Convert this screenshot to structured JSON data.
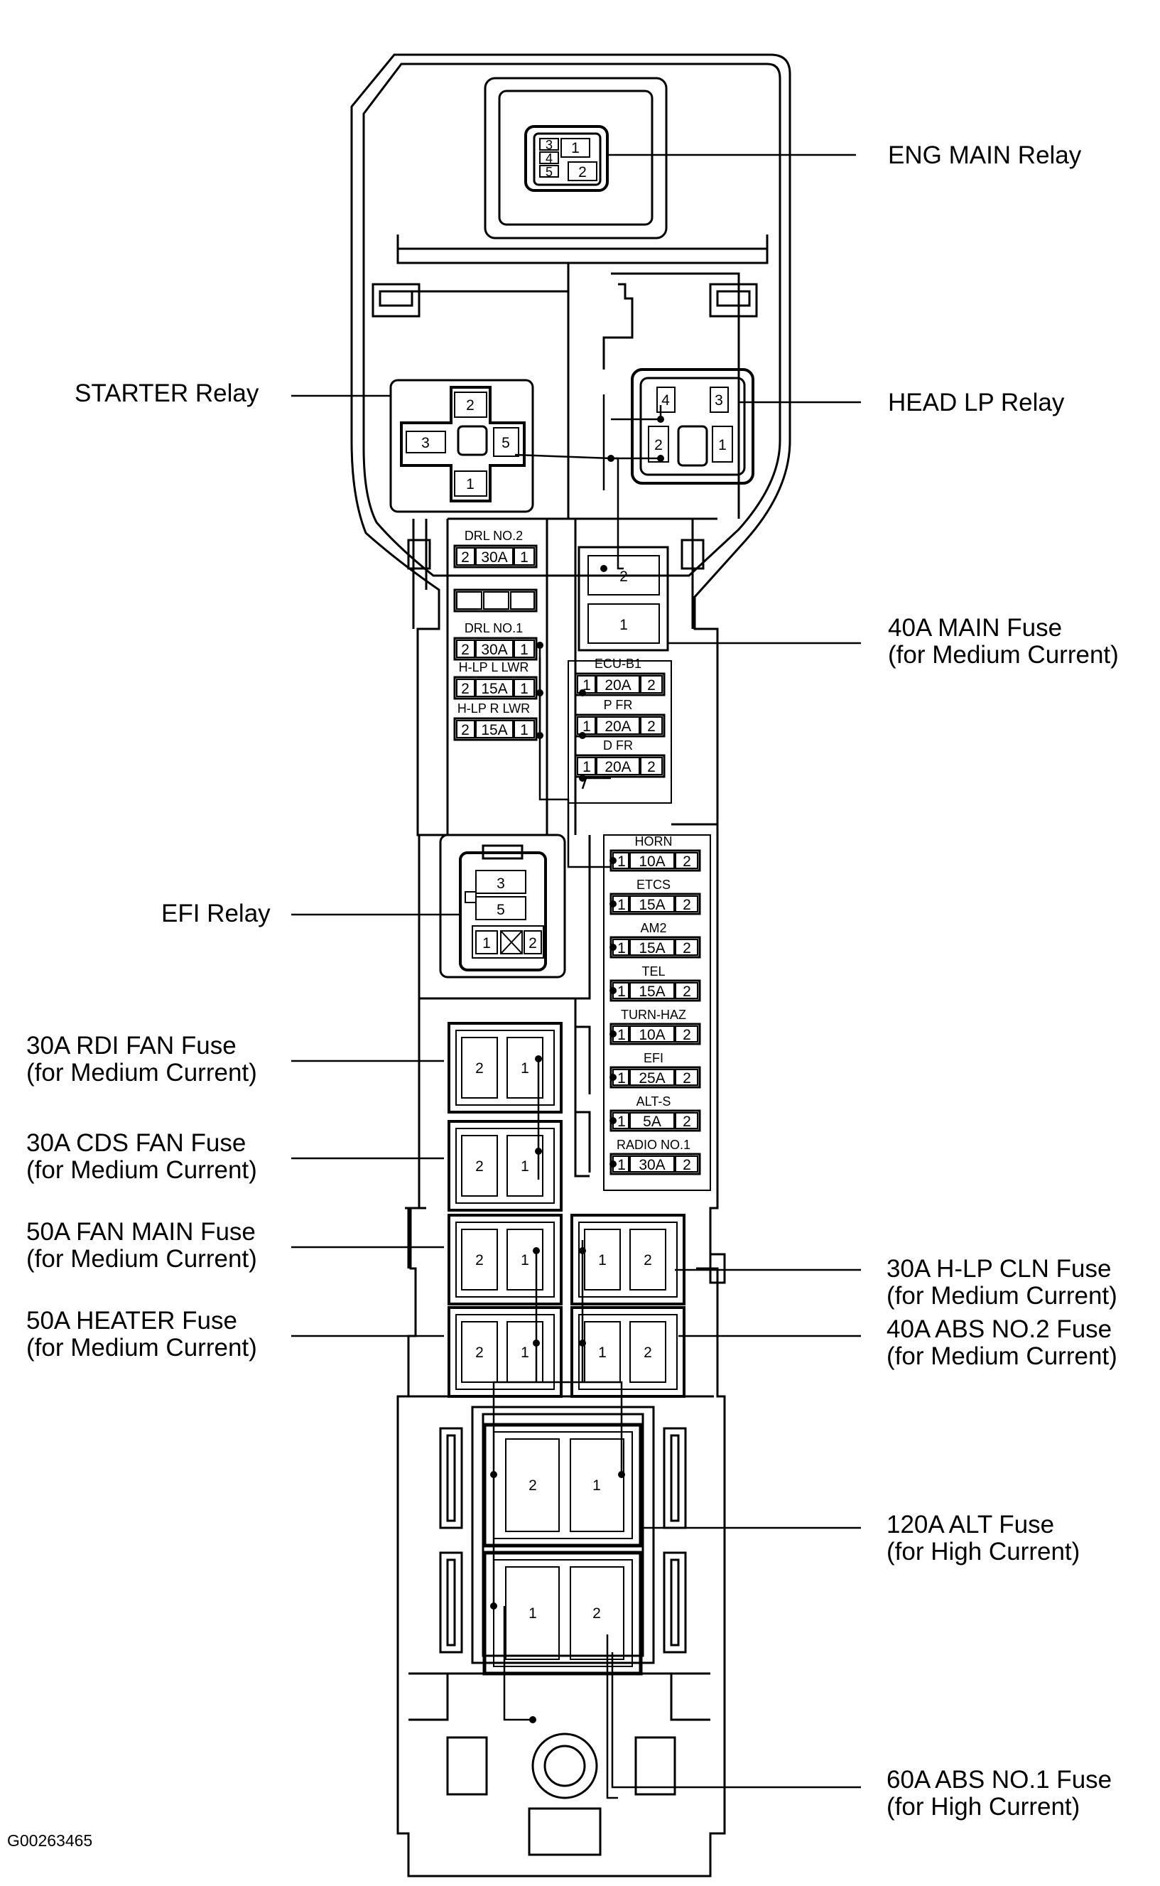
{
  "callouts": {
    "eng_main_relay": [
      "ENG MAIN Relay"
    ],
    "starter_relay": [
      "STARTER Relay"
    ],
    "head_lp_relay": [
      "HEAD LP Relay"
    ],
    "main_fuse": [
      "40A MAIN Fuse",
      "(for Medium Current)"
    ],
    "efi_relay": [
      "EFI Relay"
    ],
    "rdi_fan_fuse": [
      "30A RDI FAN Fuse",
      "(for Medium Current)"
    ],
    "cds_fan_fuse": [
      "30A CDS FAN Fuse",
      "(for Medium Current)"
    ],
    "fan_main_fuse": [
      "50A FAN MAIN Fuse",
      "(for Medium Current)"
    ],
    "heater_fuse": [
      "50A HEATER Fuse",
      "(for Medium Current)"
    ],
    "hlp_cln_fuse": [
      "30A H-LP CLN Fuse",
      "(for Medium Current)"
    ],
    "abs_no2_fuse": [
      "40A ABS NO.2 Fuse",
      "(for Medium Current)"
    ],
    "alt_fuse": [
      "120A ALT Fuse",
      "(for High Current)"
    ],
    "abs_no1_fuse": [
      "60A ABS NO.1 Fuse",
      "(for High Current)"
    ]
  },
  "left_mini_fuses": [
    {
      "name": "DRL NO.2",
      "left": "2",
      "rating": "30A",
      "right": "1"
    },
    {
      "name": "DRL NO.1",
      "left": "2",
      "rating": "30A",
      "right": "1"
    },
    {
      "name": "H-LP L LWR",
      "left": "2",
      "rating": "15A",
      "right": "1"
    },
    {
      "name": "H-LP R LWR",
      "left": "2",
      "rating": "15A",
      "right": "1"
    }
  ],
  "center_mini_fuses": [
    {
      "name": "ECU-B1",
      "left": "1",
      "rating": "20A",
      "right": "2"
    },
    {
      "name": "P FR",
      "left": "1",
      "rating": "20A",
      "right": "2"
    },
    {
      "name": "D FR",
      "left": "1",
      "rating": "20A",
      "right": "2"
    }
  ],
  "right_mini_fuses": [
    {
      "name": "HORN",
      "left": "1",
      "rating": "10A",
      "right": "2"
    },
    {
      "name": "ETCS",
      "left": "1",
      "rating": "15A",
      "right": "2"
    },
    {
      "name": "AM2",
      "left": "1",
      "rating": "15A",
      "right": "2"
    },
    {
      "name": "TEL",
      "left": "1",
      "rating": "15A",
      "right": "2"
    },
    {
      "name": "TURN-HAZ",
      "left": "1",
      "rating": "10A",
      "right": "2"
    },
    {
      "name": "EFI",
      "left": "1",
      "rating": "25A",
      "right": "2"
    },
    {
      "name": "ALT-S",
      "left": "1",
      "rating": "5A",
      "right": "2"
    },
    {
      "name": "RADIO NO.1",
      "left": "1",
      "rating": "30A",
      "right": "2"
    }
  ],
  "pins": {
    "eng_main": [
      "3",
      "4",
      "5",
      "1",
      "2"
    ],
    "starter": [
      "2",
      "3",
      "5",
      "1"
    ],
    "head_lp": [
      "4",
      "3",
      "2",
      "1"
    ],
    "main_fuse": [
      "2",
      "1"
    ],
    "efi": [
      "3",
      "5",
      "1",
      "2"
    ],
    "rdi_fan": [
      "2",
      "1"
    ],
    "cds_fan": [
      "2",
      "1"
    ],
    "fan_main": [
      "2",
      "1"
    ],
    "heater": [
      "2",
      "1"
    ],
    "hlp_cln": [
      "1",
      "2"
    ],
    "abs_no2": [
      "1",
      "2"
    ],
    "alt": [
      "2",
      "1"
    ],
    "abs_no1": [
      "1",
      "2"
    ]
  },
  "figure_code": "G00263465"
}
